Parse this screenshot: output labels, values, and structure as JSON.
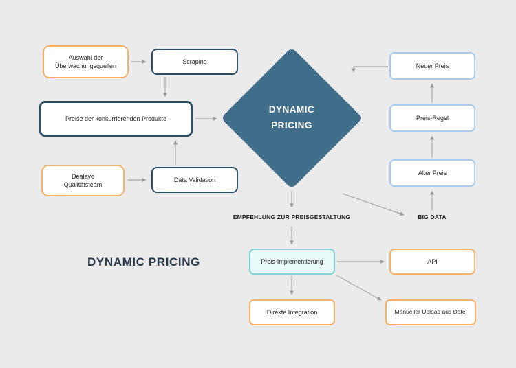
{
  "canvas": {
    "background": "#ebebeb"
  },
  "colors": {
    "orange_border": "#f7b267",
    "dark_border": "#2e4f63",
    "light_blue_border": "#a9cbe8",
    "teal_border": "#7ed3d0",
    "teal_fill": "#e9f8f8",
    "diamond_fill": "#406e8a",
    "connector": "#9a9a9a",
    "text": "#1f1f1f"
  },
  "diagram": {
    "page_title": "DYNAMIC PRICING",
    "diamond_label": "DYNAMIC\nPRICING",
    "nodes": {
      "auswahl": "Auswahl der\nÜberwachungsquellen",
      "scraping": "Scraping",
      "preise": "Preise der konkurrierenden Produkte",
      "dealavo": "Dealavo\nQualitätsteam",
      "data_validation": "Data Validation",
      "neuer_preis": "Neuer Preis",
      "preis_regel": "Preis-Regel",
      "alter_preis": "Alter Preis",
      "preis_implementierung": "Preis-Implementierung",
      "api": "API",
      "direkte_integration": "Direkte Integration",
      "manueller_upload": "Manueller Upload aus Datei"
    },
    "flow_labels": {
      "empfehlung": "EMPFEHLUNG ZUR PREISGESTALTUNG",
      "big_data": "BIG DATA"
    }
  }
}
